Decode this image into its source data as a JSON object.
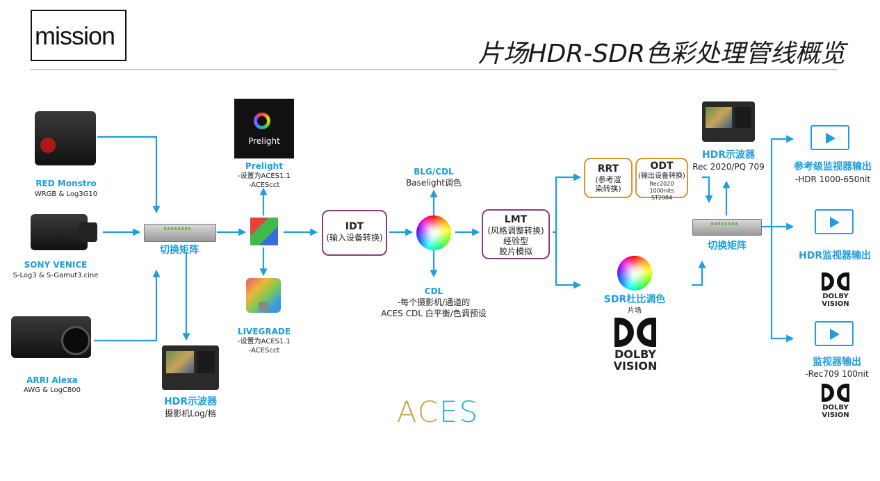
{
  "header": {
    "logo": "mission",
    "title": "片场HDR-SDR色彩处理管线概览"
  },
  "cameras": [
    {
      "name": "RED Monstro",
      "spec": "WRGB & Log3G10"
    },
    {
      "name": "SONY VENICE",
      "spec": "S-Log3 & S-Gamut3.cine"
    },
    {
      "name": "ARRI Alexa",
      "spec": "AWG & LogC800"
    }
  ],
  "switcher_left": "切换矩阵",
  "scope_left": {
    "title": "HDR示波器",
    "sub": "摄影机Log/档"
  },
  "prelight": {
    "logo_text": "Prelight",
    "name": "Prelight",
    "line1": "-设置为ACES1.1",
    "line2": "-ACEScct"
  },
  "livegrade": {
    "name": "LIVEGRADE",
    "line1": "-设置为ACES1.1",
    "line2": "-ACEScct"
  },
  "idt": {
    "title": "IDT",
    "sub": "(输入设备转换)"
  },
  "blg": {
    "title": "BLG/CDL",
    "sub": "Baselight调色"
  },
  "cdl": {
    "title": "CDL",
    "line1": "-每个摄影机/通道的",
    "line2": "ACES CDL 白平衡/色调预设"
  },
  "lmt": {
    "title": "LMT",
    "line1": "(风格调整转换)",
    "line2": "经验型",
    "line3": "胶片模拟"
  },
  "rrt": {
    "title": "RRT",
    "line1": "(参考渲",
    "line2": "染转换)"
  },
  "odt": {
    "title": "ODT",
    "line1": "(输出设备转换)",
    "line2": "Rec2020 1000nits",
    "line3": "ST2084"
  },
  "scope_right": {
    "title": "HDR示波器",
    "sub": "Rec 2020/PQ 709"
  },
  "switcher_right": "切换矩阵",
  "sdr": {
    "title": "SDR杜比调色",
    "sub": "片场"
  },
  "outputs": [
    {
      "title": "参考级监视器输出",
      "sub": "-HDR 1000-650nit"
    },
    {
      "title": "HDR监视器输出",
      "sub": ""
    },
    {
      "title": "监视器输出",
      "sub": "-Rec709 100nit"
    }
  ],
  "dolby": {
    "line1": "DOLBY",
    "line2": "VISION"
  },
  "aces_logo": "ACES",
  "colors": {
    "accent": "#1e9de0",
    "idt_border": "#8c3b7a",
    "rrt_border": "#e49030"
  }
}
